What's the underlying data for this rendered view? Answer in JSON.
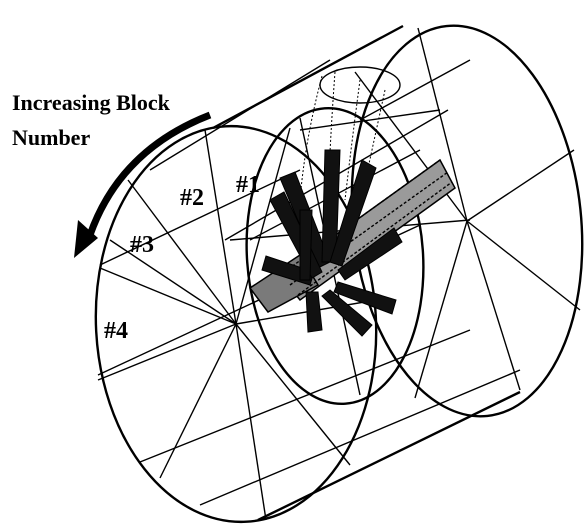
{
  "caption": {
    "line1": "Increasing Block",
    "line2": "Number"
  },
  "blocks": [
    "#1",
    "#2",
    "#3",
    "#4"
  ]
}
